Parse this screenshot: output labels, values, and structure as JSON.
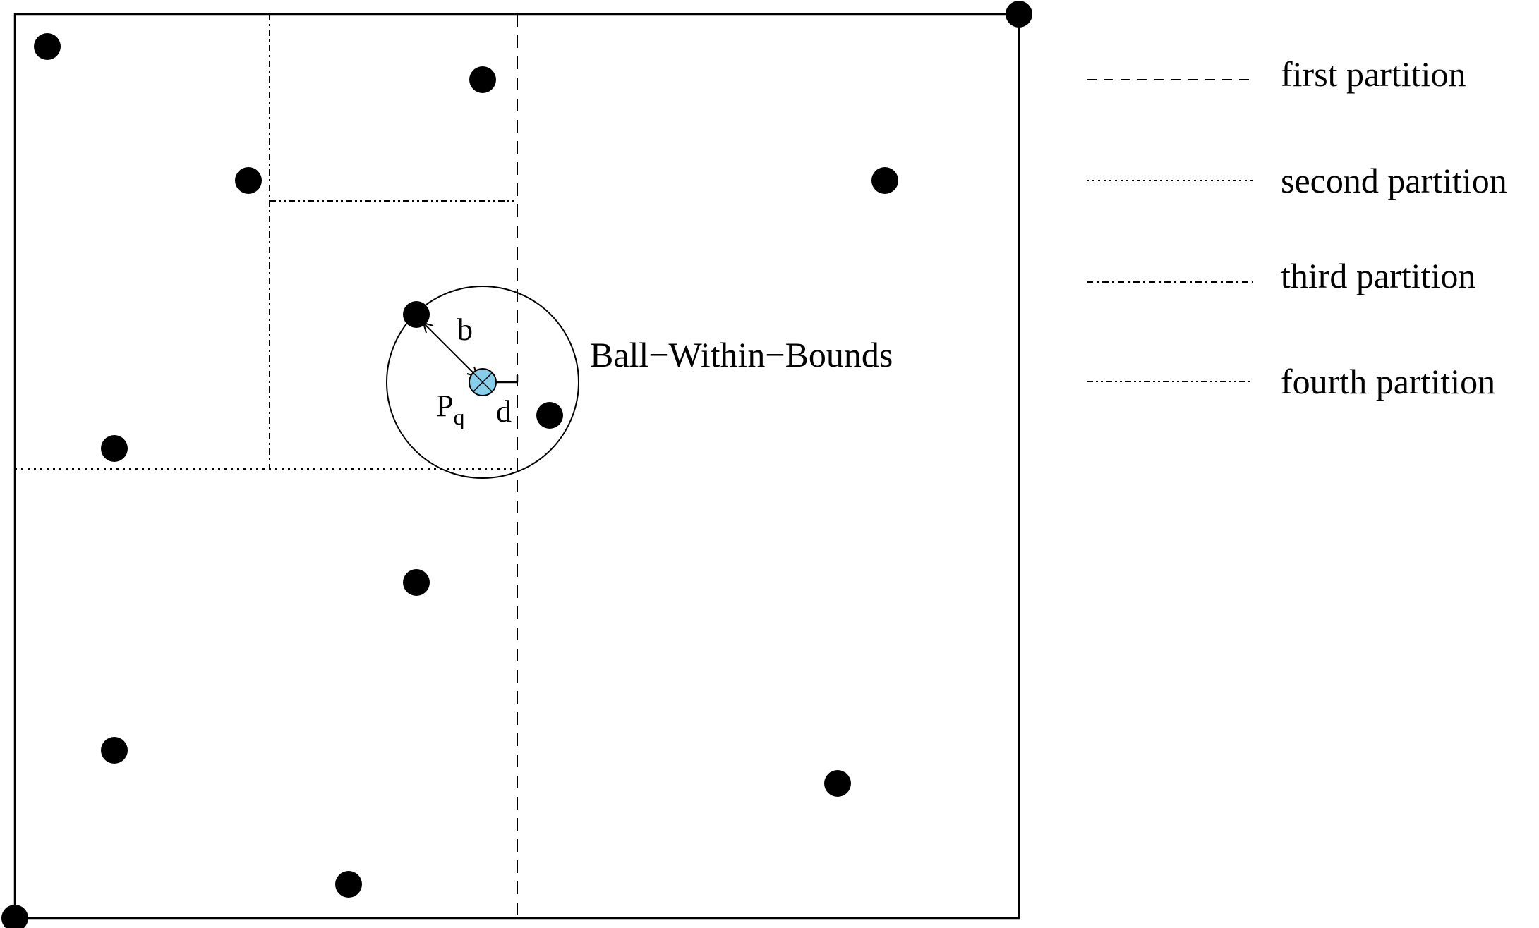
{
  "diagram": {
    "type": "kd-tree-partition",
    "colors": {
      "stroke": "#000000",
      "point": "#000000",
      "query_fill": "#87ceeb",
      "background": "#ffffff"
    },
    "labels": {
      "ball": "Ball−Within−Bounds",
      "b": "b",
      "pq_main": "P",
      "pq_sub": "q",
      "d": "d"
    },
    "legend": [
      {
        "label": "first partition",
        "style": "dashed"
      },
      {
        "label": "second partition",
        "style": "dotted"
      },
      {
        "label": "third partition",
        "style": "dash-dot"
      },
      {
        "label": "fourth partition",
        "style": "dash-dot-dot"
      }
    ],
    "points_count": 13
  }
}
